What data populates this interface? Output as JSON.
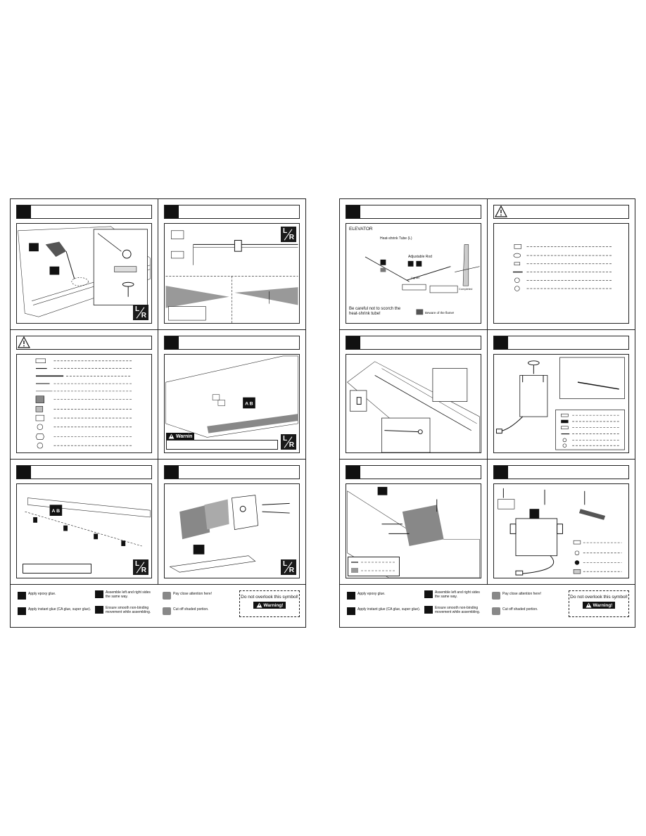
{
  "left_page": {
    "steps": [
      {
        "id": "l1",
        "has_lr": true
      },
      {
        "id": "l2",
        "has_lr": true
      },
      {
        "id": "l3",
        "is_warning": true,
        "has_lr": false
      },
      {
        "id": "l4",
        "has_lr": true,
        "warning_label": "Warnin"
      },
      {
        "id": "l5",
        "has_lr": true
      },
      {
        "id": "l6",
        "has_lr": true
      }
    ]
  },
  "right_page": {
    "steps": [
      {
        "id": "r1",
        "section_label": "ELEVATOR",
        "labels": {
          "heat_shrink": "Heat-shrink Tube (L)",
          "adjustable_rod": "Adjustable Rod",
          "lighter": "Lighter",
          "completed": "Completed"
        },
        "note": "Be careful not to scorch the heat-shrink tube!",
        "flame_note": "Beware of the flame!"
      },
      {
        "id": "r2",
        "is_warning": true
      },
      {
        "id": "r3"
      },
      {
        "id": "r4"
      },
      {
        "id": "r5"
      },
      {
        "id": "r6"
      }
    ]
  },
  "lr_badge": {
    "left": "L",
    "right": "R"
  },
  "legend": {
    "epoxy": "Apply epoxy glue.",
    "instant": "Apply instant glue (CA glue, super glue).",
    "left_right_line1": "Assemble left and right sides",
    "left_right_line2": "the same way.",
    "smooth_line1": "Ensure smooth non-binding",
    "smooth_line2": "movement while assembling.",
    "attention": "Pay close attention here!",
    "cut_off": "Cut off shaded portion.",
    "do_not_overlook": "Do not overlook this symbol!",
    "warning_badge": "Warning!"
  },
  "colors": {
    "ink": "#111111",
    "shade": "#888888",
    "light_shade": "#c8c8c8"
  }
}
